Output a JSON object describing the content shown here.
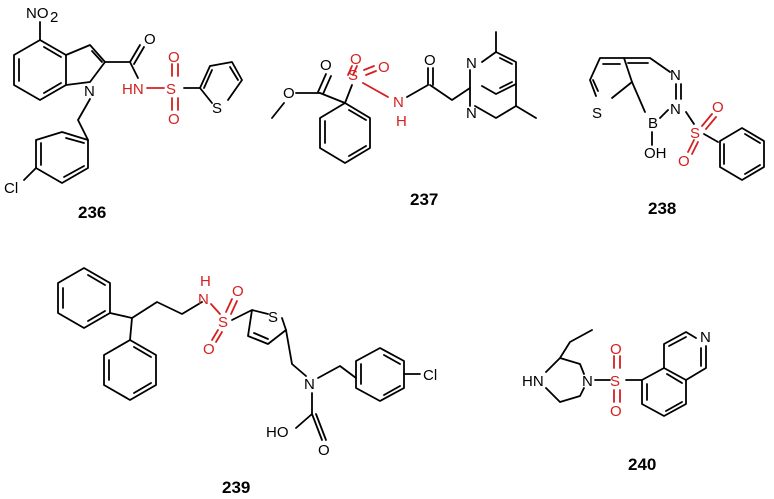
{
  "compounds": {
    "c236": {
      "label": "236",
      "atoms": {
        "no2": "NO",
        "no2_sub": "2",
        "n_indole": "N",
        "o_amide": "O",
        "nh": "HN",
        "s": "S",
        "o_top": "O",
        "o_bottom": "O",
        "s_thio": "S",
        "cl": "Cl"
      }
    },
    "c237": {
      "label": "237",
      "atoms": {
        "o_ester_dbl": "O",
        "o_ester": "O",
        "s": "S",
        "o_left": "O",
        "o_right": "O",
        "nh": "N",
        "nh_h": "H",
        "o_amide": "O",
        "n1": "N",
        "n2": "N"
      }
    },
    "c238": {
      "label": "238",
      "atoms": {
        "s_thio": "S",
        "n1": "N",
        "n2": "N",
        "b": "B",
        "oh": "OH",
        "s": "S",
        "o1": "O",
        "o2": "O"
      }
    },
    "c239": {
      "label": "239",
      "atoms": {
        "nh_h": "H",
        "nh_n": "N",
        "s": "S",
        "o1": "O",
        "o2": "O",
        "s_thio": "S",
        "n": "N",
        "cl": "Cl",
        "ho": "HO",
        "o_dbl": "O"
      }
    },
    "c240": {
      "label": "240",
      "atoms": {
        "hn": "HN",
        "n": "N",
        "s": "S",
        "o1": "O",
        "o2": "O",
        "n_iso": "N"
      }
    }
  },
  "colors": {
    "bond": "#000000",
    "sulfonyl": "#d42020",
    "background": "#ffffff"
  }
}
